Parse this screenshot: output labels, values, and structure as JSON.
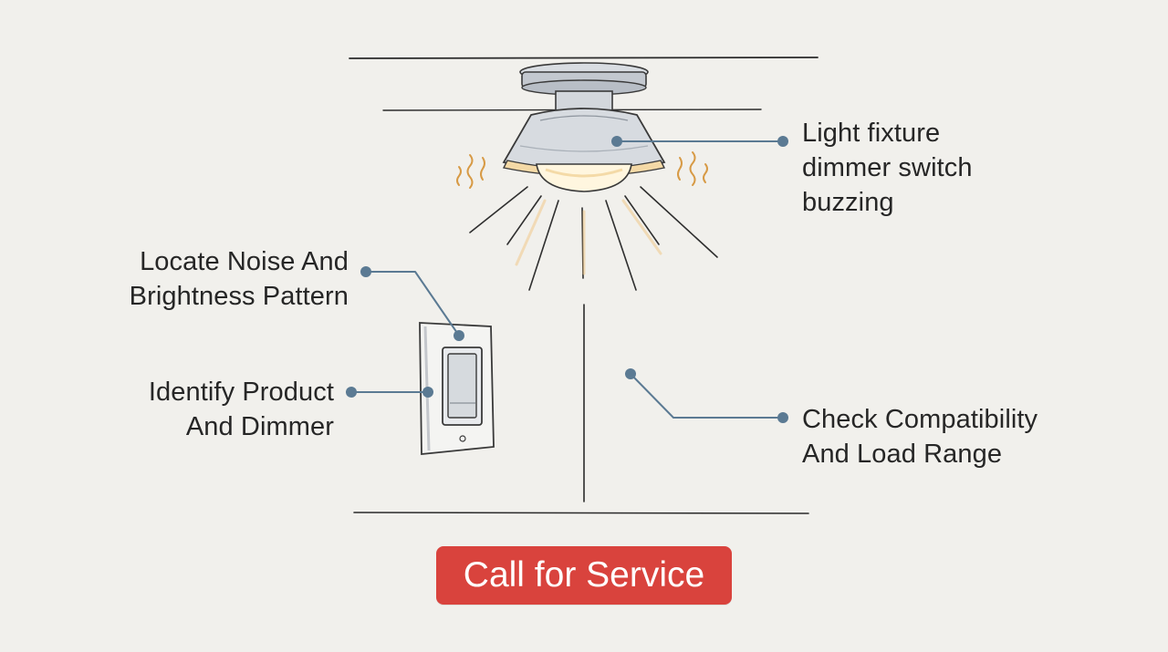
{
  "labels": {
    "fixture": [
      "Light fixture",
      "dimmer switch",
      "buzzing"
    ],
    "locate": [
      "Locate Noise And",
      "Brightness Pattern"
    ],
    "identify": [
      "Identify Product",
      "And Dimmer"
    ],
    "check": [
      "Check Compatibility",
      "And Load Range"
    ]
  },
  "button": {
    "label": "Call for Service"
  },
  "colors": {
    "background": "#f1f0ec",
    "connector": "#5b7a93",
    "button": "#d9433d",
    "glow": "#e5a54a",
    "ink": "#262626"
  }
}
